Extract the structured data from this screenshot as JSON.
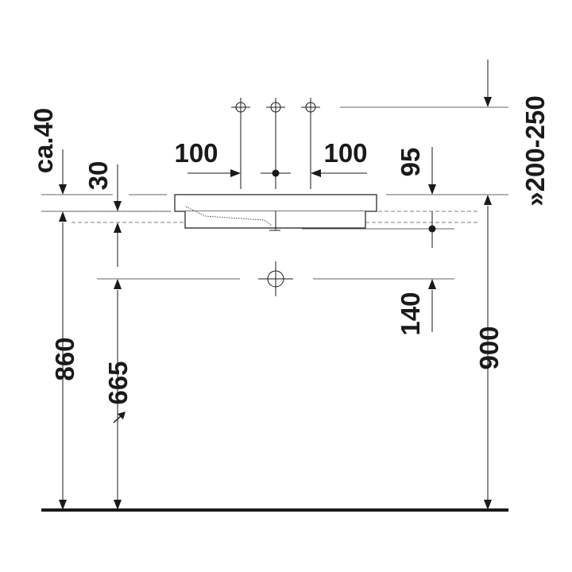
{
  "drawing": {
    "labels": {
      "ca40": "ca.40",
      "d30": "30",
      "d100_left": "100",
      "d100_right": "100",
      "d95": "95",
      "d200_250": "»200-250",
      "d860": "860",
      "d665": "665",
      "d140": "140",
      "d900": "900"
    },
    "colors": {
      "line": "#1a1a1a",
      "dashed": "#555555"
    },
    "icons": [
      "tap-hole-crosshair-icon",
      "waste-outlet-icon",
      "arrow-icon"
    ]
  }
}
